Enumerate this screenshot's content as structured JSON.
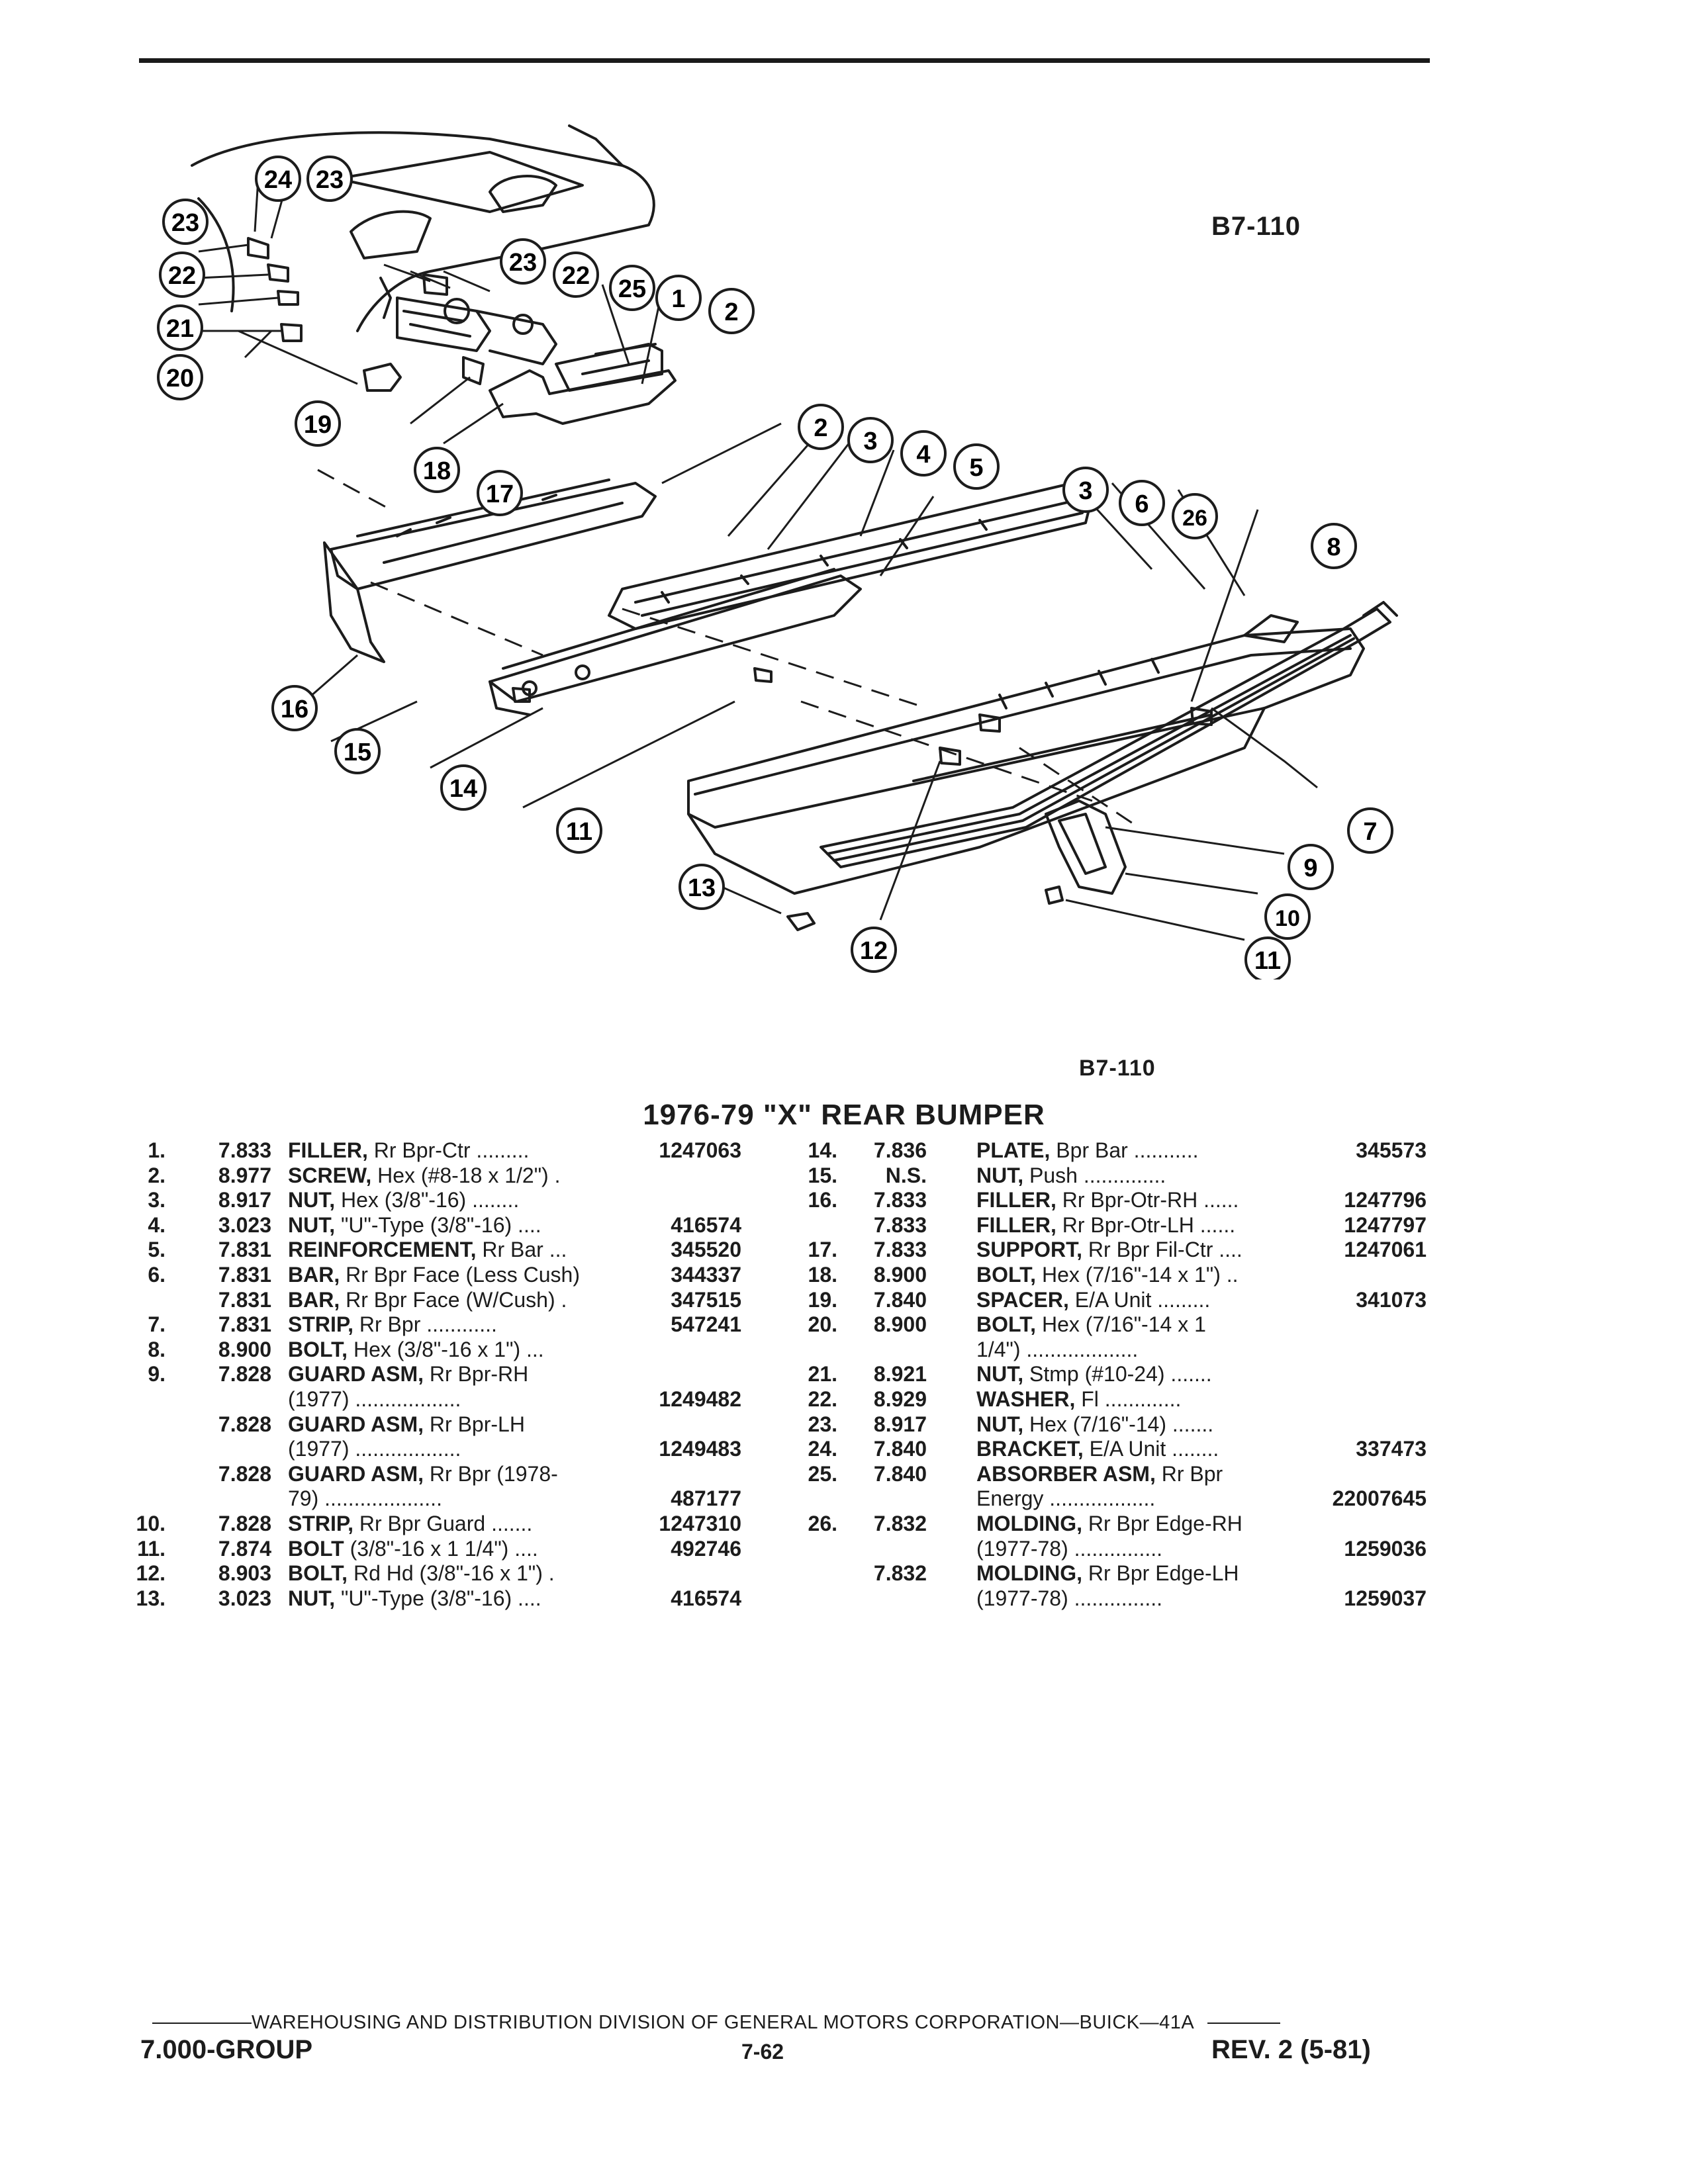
{
  "figure": {
    "code_top": "B7-110",
    "code_bottom": "B7-110",
    "callouts": [
      "24",
      "23",
      "23",
      "22",
      "21",
      "20",
      "19",
      "23",
      "22",
      "25",
      "1",
      "2",
      "18",
      "17",
      "2",
      "3",
      "4",
      "5",
      "3",
      "6",
      "26",
      "8",
      "16",
      "15",
      "14",
      "11",
      "7",
      "9",
      "10",
      "11",
      "13",
      "12"
    ]
  },
  "title": "1976-79 \"X\" REAR BUMPER",
  "left_items": [
    {
      "num": "1.",
      "group": "7.833",
      "name": "FILLER,",
      "desc": " Rr Bpr-Ctr .........",
      "pn": "1247063"
    },
    {
      "num": "2.",
      "group": "8.977",
      "name": "SCREW,",
      "desc": " Hex (#8-18 x 1/2\") .",
      "pn": ""
    },
    {
      "num": "3.",
      "group": "8.917",
      "name": "NUT,",
      "desc": " Hex (3/8\"-16) ........",
      "pn": ""
    },
    {
      "num": "4.",
      "group": "3.023",
      "name": "NUT,",
      "desc": " \"U\"-Type (3/8\"-16) ....",
      "pn": "416574"
    },
    {
      "num": "5.",
      "group": "7.831",
      "name": "REINFORCEMENT,",
      "desc": " Rr Bar ...",
      "pn": "345520"
    },
    {
      "num": "6.",
      "group": "7.831",
      "name": "BAR,",
      "desc": " Rr Bpr Face (Less Cush)",
      "pn": "344337"
    },
    {
      "num": "",
      "group": "7.831",
      "name": "BAR,",
      "desc": " Rr Bpr Face (W/Cush) .",
      "pn": "347515"
    },
    {
      "num": "7.",
      "group": "7.831",
      "name": "STRIP,",
      "desc": " Rr Bpr ............",
      "pn": "547241"
    },
    {
      "num": "8.",
      "group": "8.900",
      "name": "BOLT,",
      "desc": " Hex (3/8\"-16 x 1\") ...",
      "pn": ""
    },
    {
      "num": "9.",
      "group": "7.828",
      "name": "GUARD ASM,",
      "desc": " Rr Bpr-RH",
      "pn": ""
    },
    {
      "num": "",
      "group": "",
      "name": "",
      "desc": "(1977) ..................",
      "pn": "1249482"
    },
    {
      "num": "",
      "group": "7.828",
      "name": "GUARD ASM,",
      "desc": " Rr Bpr-LH",
      "pn": ""
    },
    {
      "num": "",
      "group": "",
      "name": "",
      "desc": "(1977) ..................",
      "pn": "1249483"
    },
    {
      "num": "",
      "group": "7.828",
      "name": "GUARD ASM,",
      "desc": " Rr Bpr (1978-",
      "pn": ""
    },
    {
      "num": "",
      "group": "",
      "name": "",
      "desc": "79) ....................",
      "pn": "487177"
    },
    {
      "num": "10.",
      "group": "7.828",
      "name": "STRIP,",
      "desc": " Rr Bpr Guard .......",
      "pn": "1247310"
    },
    {
      "num": "11.",
      "group": "7.874",
      "name": "BOLT",
      "desc": " (3/8\"-16 x 1 1/4\") ....",
      "pn": "492746"
    },
    {
      "num": "12.",
      "group": "8.903",
      "name": "BOLT,",
      "desc": " Rd Hd (3/8\"-16 x 1\") .",
      "pn": ""
    },
    {
      "num": "13.",
      "group": "3.023",
      "name": "NUT,",
      "desc": " \"U\"-Type (3/8\"-16) ....",
      "pn": "416574"
    }
  ],
  "right_items": [
    {
      "num": "14.",
      "group": "7.836",
      "name": "PLATE,",
      "desc": " Bpr Bar ...........",
      "pn": "345573"
    },
    {
      "num": "15.",
      "group": "N.S.",
      "name": "NUT,",
      "desc": " Push ..............",
      "pn": ""
    },
    {
      "num": "16.",
      "group": "7.833",
      "name": "FILLER,",
      "desc": " Rr Bpr-Otr-RH ......",
      "pn": "1247796"
    },
    {
      "num": "",
      "group": "7.833",
      "name": "FILLER,",
      "desc": " Rr Bpr-Otr-LH ......",
      "pn": "1247797"
    },
    {
      "num": "17.",
      "group": "7.833",
      "name": "SUPPORT,",
      "desc": " Rr Bpr Fil-Ctr ....",
      "pn": "1247061"
    },
    {
      "num": "18.",
      "group": "8.900",
      "name": "BOLT,",
      "desc": " Hex (7/16\"-14 x 1\") ..",
      "pn": ""
    },
    {
      "num": "19.",
      "group": "7.840",
      "name": "SPACER,",
      "desc": " E/A Unit .........",
      "pn": "341073"
    },
    {
      "num": "20.",
      "group": "8.900",
      "name": "BOLT,",
      "desc": " Hex (7/16\"-14 x 1",
      "pn": ""
    },
    {
      "num": "",
      "group": "",
      "name": "",
      "desc": "1/4\") ...................",
      "pn": ""
    },
    {
      "num": "21.",
      "group": "8.921",
      "name": "NUT,",
      "desc": " Stmp (#10-24) .......",
      "pn": ""
    },
    {
      "num": "22.",
      "group": "8.929",
      "name": "WASHER,",
      "desc": " Fl .............",
      "pn": ""
    },
    {
      "num": "23.",
      "group": "8.917",
      "name": "NUT,",
      "desc": " Hex (7/16\"-14) .......",
      "pn": ""
    },
    {
      "num": "24.",
      "group": "7.840",
      "name": "BRACKET,",
      "desc": " E/A Unit ........",
      "pn": "337473"
    },
    {
      "num": "25.",
      "group": "7.840",
      "name": "ABSORBER ASM,",
      "desc": " Rr Bpr",
      "pn": ""
    },
    {
      "num": "",
      "group": "",
      "name": "",
      "desc": "Energy ..................",
      "pn": "22007645"
    },
    {
      "num": "26.",
      "group": "7.832",
      "name": "MOLDING,",
      "desc": " Rr Bpr Edge-RH",
      "pn": ""
    },
    {
      "num": "",
      "group": "",
      "name": "",
      "desc": "(1977-78) ...............",
      "pn": "1259036"
    },
    {
      "num": "",
      "group": "7.832",
      "name": "MOLDING,",
      "desc": " Rr Bpr Edge-LH",
      "pn": ""
    },
    {
      "num": "",
      "group": "",
      "name": "",
      "desc": "(1977-78) ...............",
      "pn": "1259037"
    }
  ],
  "footer": {
    "division": "WAREHOUSING AND DISTRIBUTION DIVISION OF GENERAL MOTORS CORPORATION—BUICK—41A",
    "group": "7.000-GROUP",
    "page": "7-62",
    "revision": "REV. 2 (5-81)"
  }
}
